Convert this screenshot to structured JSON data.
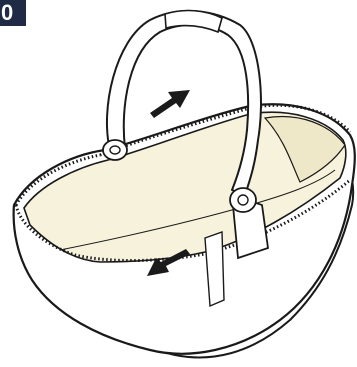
{
  "step": {
    "number": "0"
  },
  "illustration": {
    "subject": "carrycot-basket-with-handle",
    "colors": {
      "outline": "#1a1a1a",
      "liner_fill": "#f7f2dc",
      "body_fill": "#ffffff",
      "badge_bg": "#1f2a44",
      "badge_text": "#ffffff"
    },
    "arrows": [
      {
        "name": "arrow-push-back",
        "direction": "up-right"
      },
      {
        "name": "arrow-pull-front",
        "direction": "down-left"
      }
    ]
  }
}
